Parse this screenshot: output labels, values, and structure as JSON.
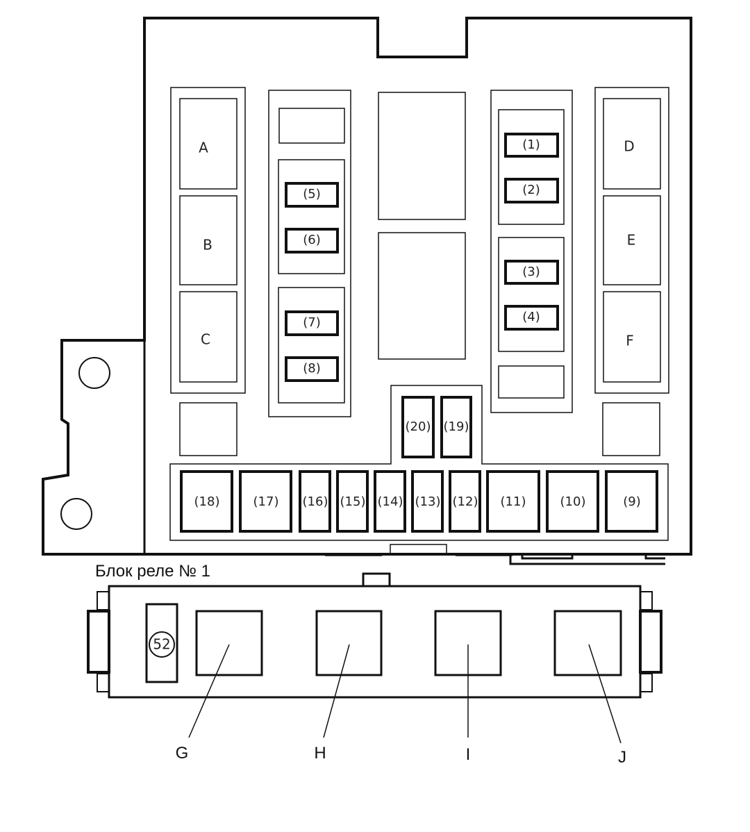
{
  "relays_left": [
    "A",
    "B",
    "C"
  ],
  "relays_right": [
    "D",
    "E",
    "F"
  ],
  "fuses_left_col": [
    "(5)",
    "(6)",
    "(7)",
    "(8)"
  ],
  "fuses_right_col": [
    "(1)",
    "(2)",
    "(3)",
    "(4)"
  ],
  "fuses_top_small": [
    "(20)",
    "(19)"
  ],
  "fuses_bottom_row": [
    "(18)",
    "(17)",
    "(16)",
    "(15)",
    "(14)",
    "(13)",
    "(12)",
    "(11)",
    "(10)",
    "(9)"
  ],
  "relay_block": {
    "caption": "Блок реле № 1",
    "fuse": "52",
    "relays": [
      "G",
      "H",
      "I",
      "J"
    ]
  }
}
